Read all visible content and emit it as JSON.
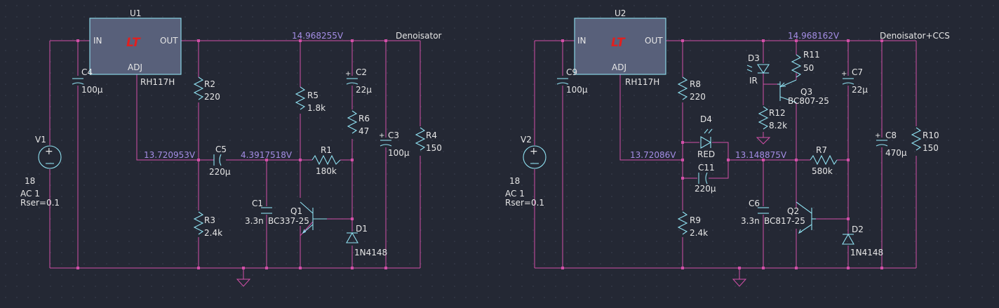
{
  "schematic_left": {
    "regulator": {
      "ref": "U1",
      "part": "RH117H",
      "pin_in": "IN",
      "pin_out": "OUT",
      "pin_adj": "ADJ"
    },
    "source": {
      "ref": "V1",
      "value": "18",
      "ac": "AC 1",
      "rser": "Rser=0.1"
    },
    "net_label": "Denoisator",
    "node_voltages": {
      "out": "14.968255V",
      "adj": "13.720953V",
      "base": "4.3917518V"
    },
    "components": {
      "C4": {
        "ref": "C4",
        "value": "100µ"
      },
      "R2": {
        "ref": "R2",
        "value": "220"
      },
      "R3": {
        "ref": "R3",
        "value": "2.4k"
      },
      "C5": {
        "ref": "C5",
        "value": "220µ"
      },
      "R5": {
        "ref": "R5",
        "value": "1.8k"
      },
      "R1": {
        "ref": "R1",
        "value": "180k"
      },
      "C1": {
        "ref": "C1",
        "value": "3.3n"
      },
      "Q1": {
        "ref": "Q1",
        "value": "BC337-25"
      },
      "C2": {
        "ref": "C2",
        "value": "22µ"
      },
      "R6": {
        "ref": "R6",
        "value": "47"
      },
      "C3": {
        "ref": "C3",
        "value": "100µ"
      },
      "D1": {
        "ref": "D1",
        "value": "1N4148"
      },
      "R4": {
        "ref": "R4",
        "value": "150"
      }
    }
  },
  "schematic_right": {
    "regulator": {
      "ref": "U2",
      "part": "RH117H",
      "pin_in": "IN",
      "pin_out": "OUT",
      "pin_adj": "ADJ"
    },
    "source": {
      "ref": "V2",
      "value": "18",
      "ac": "AC 1",
      "rser": "Rser=0.1"
    },
    "net_label": "Denoisator+CCS",
    "node_voltages": {
      "out": "14.968162V",
      "adj": "13.72086V",
      "base": "13.148875V"
    },
    "components": {
      "C9": {
        "ref": "C9",
        "value": "100µ"
      },
      "R8": {
        "ref": "R8",
        "value": "220"
      },
      "R9": {
        "ref": "R9",
        "value": "2.4k"
      },
      "D4": {
        "ref": "D4",
        "value": "RED"
      },
      "C11": {
        "ref": "C11",
        "value": "220µ"
      },
      "D3": {
        "ref": "D3",
        "value": "IR"
      },
      "R11": {
        "ref": "R11",
        "value": "50"
      },
      "Q3": {
        "ref": "Q3",
        "value": "BC807-25"
      },
      "R12": {
        "ref": "R12",
        "value": "8.2k"
      },
      "C6": {
        "ref": "C6",
        "value": "3.3n"
      },
      "Q2": {
        "ref": "Q2",
        "value": "BC817-25"
      },
      "R7": {
        "ref": "R7",
        "value": "580k"
      },
      "C7": {
        "ref": "C7",
        "value": "22µ"
      },
      "D2": {
        "ref": "D2",
        "value": "1N4148"
      },
      "C8": {
        "ref": "C8",
        "value": "470µ"
      },
      "R10": {
        "ref": "R10",
        "value": "150"
      }
    }
  },
  "colors": {
    "background": "#242834",
    "wire": "#d24fa8",
    "component": "#8fe0f0",
    "voltage_label": "#a58ee6",
    "chip_logo": "#e02020"
  }
}
